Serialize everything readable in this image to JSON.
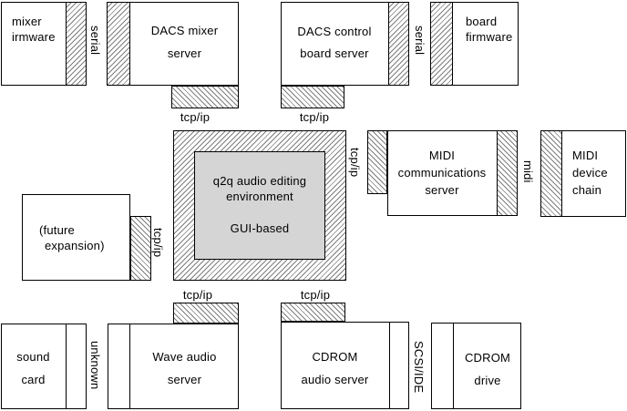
{
  "colors": {
    "background": "#ffffff",
    "box_border": "#000000",
    "hatch_line": "#7d7d7d",
    "crosshatch_line": "#5e5e5e",
    "central_fill": "#d5d5d5",
    "text": "#000000"
  },
  "nodes": {
    "mixer_firmware": {
      "lines": [
        "mixer",
        "irmware"
      ]
    },
    "dacs_mixer_server": {
      "lines": [
        "DACS mixer",
        "server"
      ]
    },
    "dacs_control_board_server": {
      "lines": [
        "DACS control",
        "board server"
      ]
    },
    "board_firmware": {
      "lines": [
        "board",
        "firmware"
      ]
    },
    "central": {
      "lines": [
        "q2q audio editing",
        "environment",
        "GUI-based"
      ]
    },
    "midi_communications_server": {
      "lines": [
        "MIDI",
        "communications",
        "server"
      ]
    },
    "midi_device_chain": {
      "lines": [
        "MIDI",
        "device",
        "chain"
      ]
    },
    "future_expansion": {
      "lines": [
        "(future",
        "expansion)"
      ]
    },
    "sound_card": {
      "lines": [
        "sound",
        "card"
      ]
    },
    "wave_audio_server": {
      "lines": [
        "Wave audio",
        "server"
      ]
    },
    "cdrom_audio_server": {
      "lines": [
        "CDROM",
        "audio server"
      ]
    },
    "cdrom_drive": {
      "lines": [
        "CDROM",
        "drive"
      ]
    }
  },
  "labels": {
    "serial_mixer": "serial",
    "serial_board": "serial",
    "tcpip_dacs_mixer": "tcp/ip",
    "tcpip_dacs_control": "tcp/ip",
    "tcpip_midi": "tcp/ip",
    "tcpip_future": "tcp/ip",
    "tcpip_wave": "tcp/ip",
    "tcpip_cdrom": "tcp/ip",
    "midi": "midi",
    "unknown": "unknown",
    "scsi_ide": "SCSI/IDE"
  }
}
